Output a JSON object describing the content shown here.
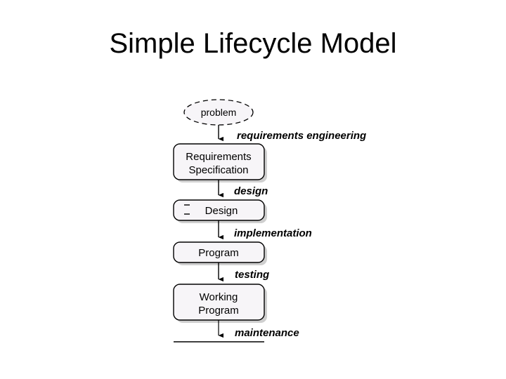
{
  "slide": {
    "title": "Simple Lifecycle Model",
    "background_color": "#ffffff",
    "text_color": "#000000"
  },
  "diagram": {
    "type": "flowchart",
    "orientation": "top-to-bottom",
    "node_fill_color": "#f7f5f8",
    "node_stroke_color": "#000000",
    "shadow_color": "#c8c8c8",
    "nodes": [
      {
        "id": "problem",
        "shape": "ellipse",
        "border": "dashed",
        "label": "problem",
        "lines": [
          "problem"
        ]
      },
      {
        "id": "requirements-specification",
        "shape": "rounded-rectangle",
        "border": "solid",
        "label": "Requirements Specification",
        "lines": [
          "Requirements",
          "Specification"
        ]
      },
      {
        "id": "design",
        "shape": "rounded-rectangle",
        "border": "solid",
        "label": "Design",
        "lines": [
          "Design"
        ]
      },
      {
        "id": "program",
        "shape": "rounded-rectangle",
        "border": "solid",
        "label": "Program",
        "lines": [
          "Program"
        ]
      },
      {
        "id": "working-program",
        "shape": "rounded-rectangle",
        "border": "solid",
        "label": "Working Program",
        "lines": [
          "Working",
          "Program"
        ]
      },
      {
        "id": "next-stage",
        "shape": "cut-off-rectangle",
        "border": "solid",
        "label": "",
        "lines": []
      }
    ],
    "edges": [
      {
        "id": "edge-requirements-engineering",
        "from": "problem",
        "to": "requirements-specification",
        "label": "requirements engineering"
      },
      {
        "id": "edge-design",
        "from": "requirements-specification",
        "to": "design",
        "label": "design"
      },
      {
        "id": "edge-implementation",
        "from": "design",
        "to": "program",
        "label": "implementation"
      },
      {
        "id": "edge-testing",
        "from": "program",
        "to": "working-program",
        "label": "testing"
      },
      {
        "id": "edge-maintenance",
        "from": "working-program",
        "to": "next-stage",
        "label": "maintenance"
      }
    ]
  }
}
